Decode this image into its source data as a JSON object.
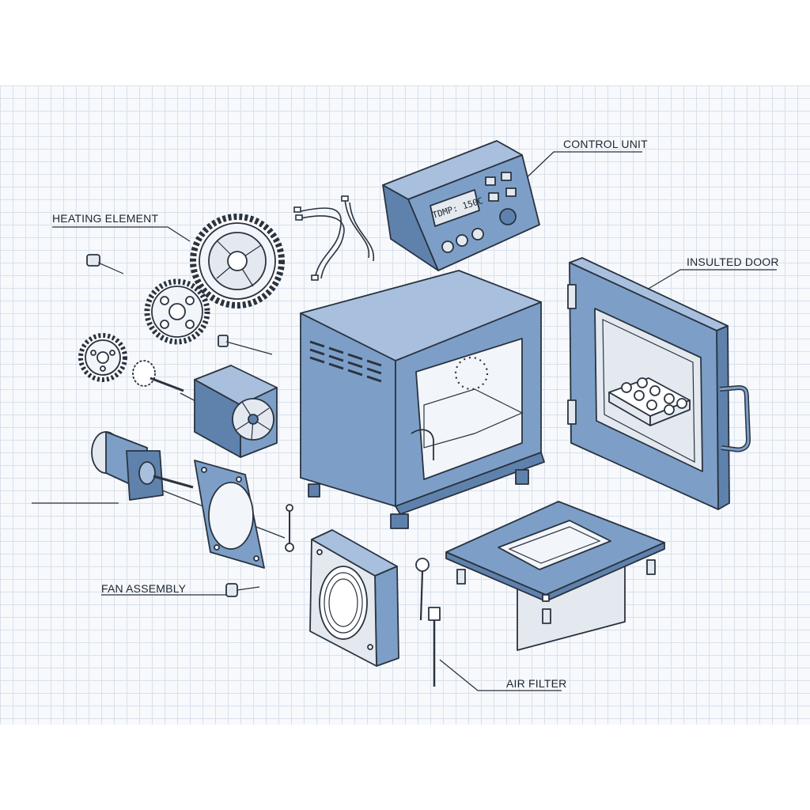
{
  "labels": {
    "heating_element": "HEATING ELEMENT",
    "control_unit": "CONTROL UNIT",
    "insulated_door": "INSULTED DOOR",
    "fan_assembly": "FAN ASSEMBLY",
    "air_filter": "AIR FILTER"
  },
  "display_text": "TDMP: 150C",
  "colors": {
    "body_blue": "#7d9fc7",
    "body_blue_dark": "#5f82ad",
    "body_blue_light": "#a8c0de",
    "metal_light": "#e4e9f0",
    "outline": "#2a3340",
    "grid_line": "#d9e1ec"
  }
}
